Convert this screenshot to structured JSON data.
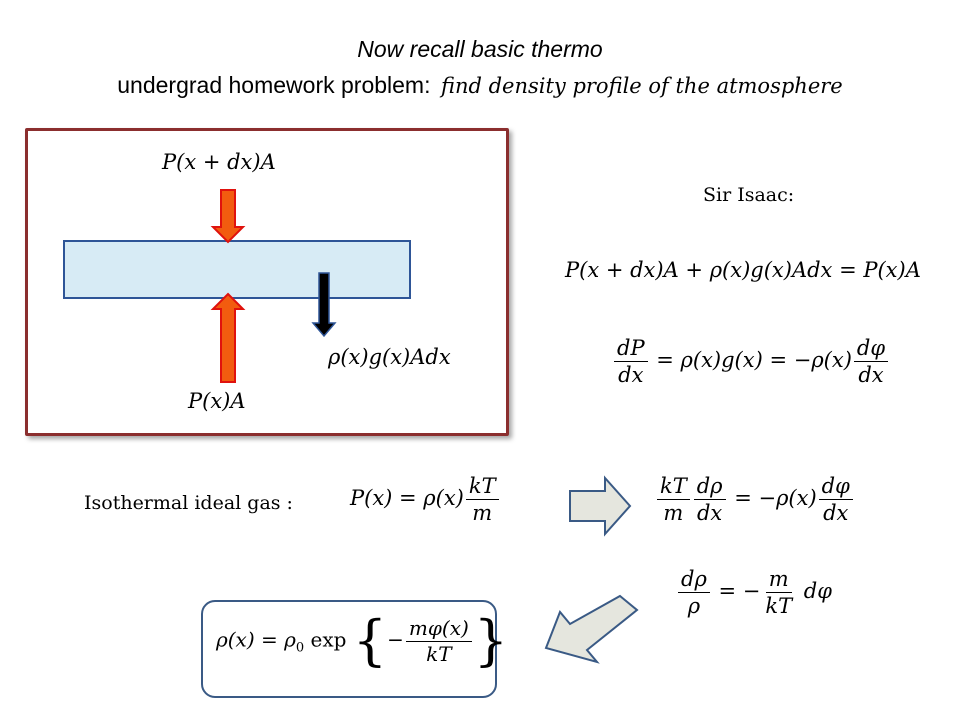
{
  "slide": {
    "title_line1": "Now recall basic thermo",
    "title_line2_plain": "undergrad homework problem:",
    "title_line2_italic": "find density profile of the atmosphere"
  },
  "diagram": {
    "label_top": "P(x + dx)A",
    "label_bottom": "P(x)A",
    "label_weight": "ρ(x)g(x)Adx",
    "colors": {
      "frame": "#8b2e2e",
      "slab_fill": "#d7ebf5",
      "slab_border": "#2e5597",
      "arrow_fill": "#f25c0f",
      "arrow_stroke": "#e0120d",
      "weight_arrow": "#000000"
    }
  },
  "sir_isaac": {
    "label": "Sir Isaac:"
  },
  "isothermal": {
    "label": "Isothermal ideal gas :"
  },
  "colors": {
    "gray_arrow_fill": "#e5e6de",
    "gray_arrow_stroke": "#3a5a85",
    "result_box_border": "#3a5a85"
  }
}
